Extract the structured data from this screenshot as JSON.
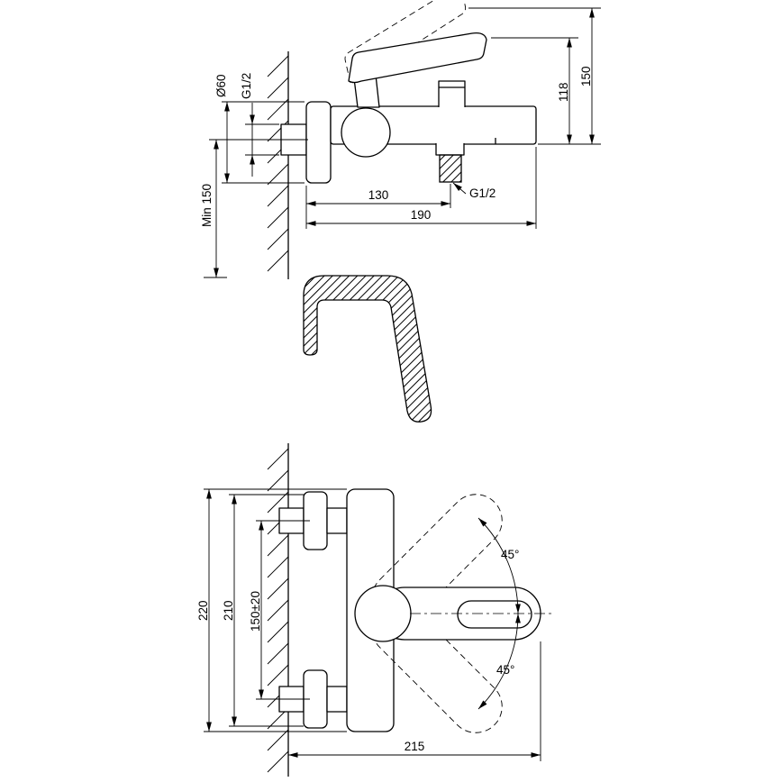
{
  "side_view": {
    "dims": {
      "dia60": "Ø60",
      "g12_wall": "G1/2",
      "min150": "Min 150",
      "w130": "130",
      "w190": "190",
      "g12_outlet": "G1/2",
      "h118": "118",
      "h150": "150"
    }
  },
  "front_view": {
    "dims": {
      "h220": "220",
      "h210": "210",
      "mount150": "150±20",
      "angle_up": "45°",
      "angle_down": "45°",
      "w215": "215"
    }
  }
}
